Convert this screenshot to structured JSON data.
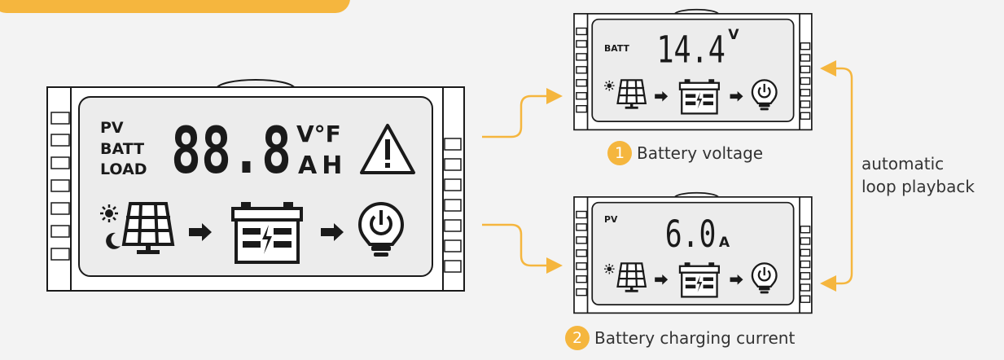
{
  "colors": {
    "accent": "#f5b63e",
    "frame": "#1a1a1a",
    "panel": "#ececec",
    "background": "#f3f3f3"
  },
  "main_display": {
    "labels": [
      "PV",
      "BATT",
      "LOAD"
    ],
    "digits": "88.8",
    "unit_top": "V°F",
    "unit_bottom": "AH",
    "icons": [
      "sun-icon",
      "moon-icon",
      "solar-panel-icon",
      "arrow-right-icon",
      "battery-icon",
      "arrow-right-icon",
      "bulb-power-icon",
      "warning-icon"
    ]
  },
  "display_voltage": {
    "label": "BATT",
    "value": "14.4",
    "unit": "V"
  },
  "display_current": {
    "label": "PV",
    "value": "6.0",
    "unit": "A"
  },
  "captions": [
    {
      "number": "1",
      "text": "Battery voltage"
    },
    {
      "number": "2",
      "text": "Battery charging current"
    }
  ],
  "loop_note": [
    "automatic",
    "loop playback"
  ]
}
